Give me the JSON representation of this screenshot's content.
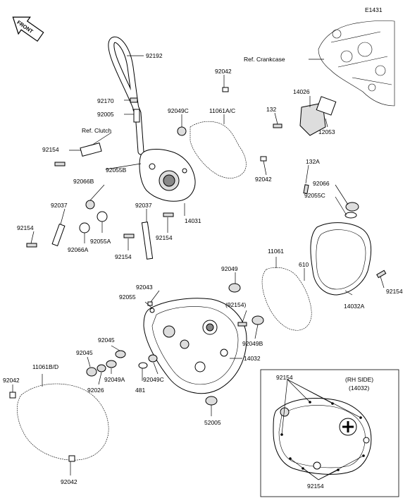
{
  "diagram_code": "E1431",
  "front_arrow_text": "FRONT",
  "inset_title": "(RH SIDE)",
  "inset_subtitle": "(14032)",
  "labels": {
    "p92192": "92192",
    "p92042a": "92042",
    "p92170": "92170",
    "p92005": "92005",
    "p92049c_top": "92049C",
    "p11061ac": "11061A/C",
    "ref_crankcase": "Ref. Crankcase",
    "p14026": "14026",
    "p132": "132",
    "p12053": "12053",
    "ref_clutch": "Ref. Clutch",
    "p92154a": "92154",
    "p92055b": "92055B",
    "p92042b": "92042",
    "p92066b": "92066B",
    "p132a": "132A",
    "p92066": "92066",
    "p92055c": "92055C",
    "p92037a": "92037",
    "p92037b": "92037",
    "p92154b": "92154",
    "p92055a": "92055A",
    "p14031": "14031",
    "p92066a": "92066A",
    "p92154c": "92154",
    "p92154d": "92154",
    "p11061": "11061",
    "p610": "610",
    "p92049": "92049",
    "p92154e": "92154",
    "p92043": "92043",
    "p92055": "92055",
    "p92154f": "(92154)",
    "p14032a": "14032A",
    "p92049b": "92049B",
    "p92045a": "92045",
    "p14032": "14032",
    "p92045b": "92045",
    "p11061bd": "11061B/D",
    "p92042c": "92042",
    "p92049a": "92049A",
    "p92049c": "92049C",
    "p92026": "92026",
    "p481": "481",
    "p92154g": "92154",
    "p52005": "52005",
    "p92154h": "92154",
    "p92042d": "92042"
  }
}
